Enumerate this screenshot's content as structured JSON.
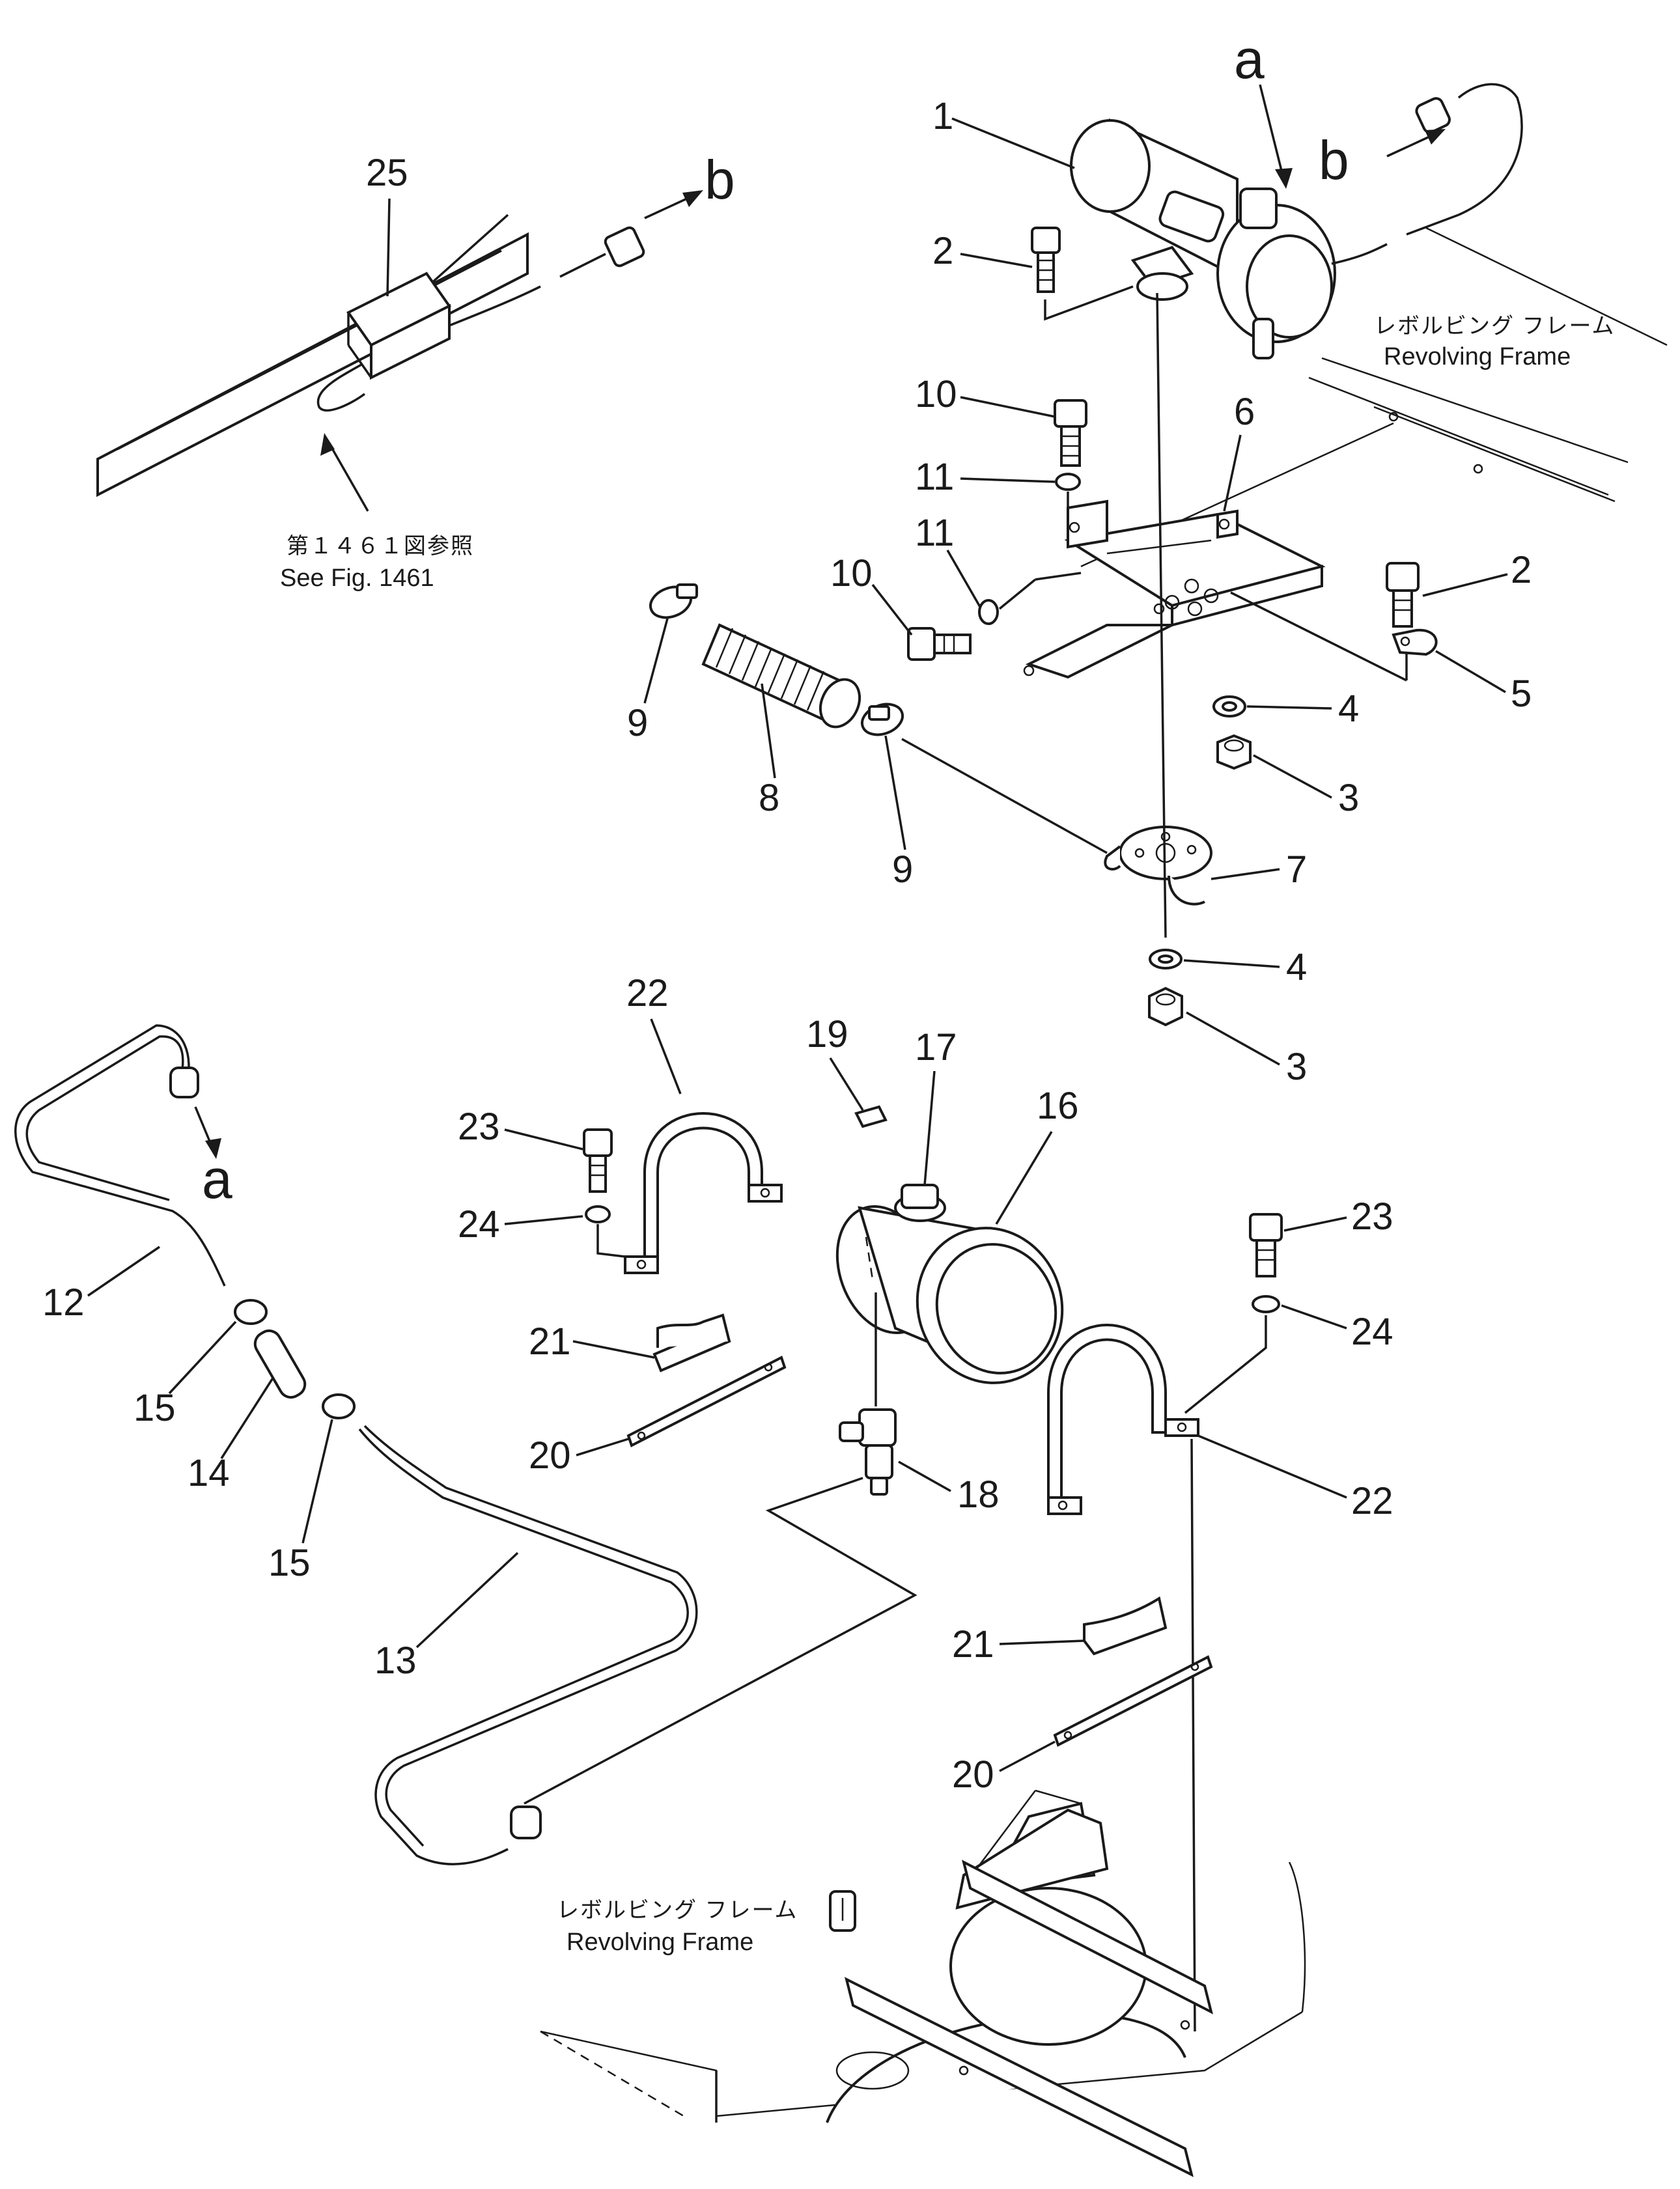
{
  "labels": {
    "n1": "1",
    "n2a": "2",
    "n2b": "2",
    "n3a": "3",
    "n3b": "3",
    "n4a": "4",
    "n4b": "4",
    "n5": "5",
    "n6": "6",
    "n7": "7",
    "n8": "8",
    "n9a": "9",
    "n9b": "9",
    "n10a": "10",
    "n10b": "10",
    "n11a": "11",
    "n11b": "11",
    "n12": "12",
    "n13": "13",
    "n14": "14",
    "n15a": "15",
    "n15b": "15",
    "n16": "16",
    "n17": "17",
    "n18": "18",
    "n19": "19",
    "n20a": "20",
    "n20b": "20",
    "n21a": "21",
    "n21b": "21",
    "n22a": "22",
    "n22b": "22",
    "n23a": "23",
    "n23b": "23",
    "n24a": "24",
    "n24b": "24",
    "n25": "25"
  },
  "connectors": {
    "a_top": "a",
    "a_left": "a",
    "b_top": "b",
    "b_left": "b"
  },
  "notes": {
    "revolving_frame_jp": "レボルビング フレーム",
    "revolving_frame_en": "Revolving Frame",
    "see_fig_jp": "第１４６１図参照",
    "see_fig_en": "See Fig. 1461"
  }
}
